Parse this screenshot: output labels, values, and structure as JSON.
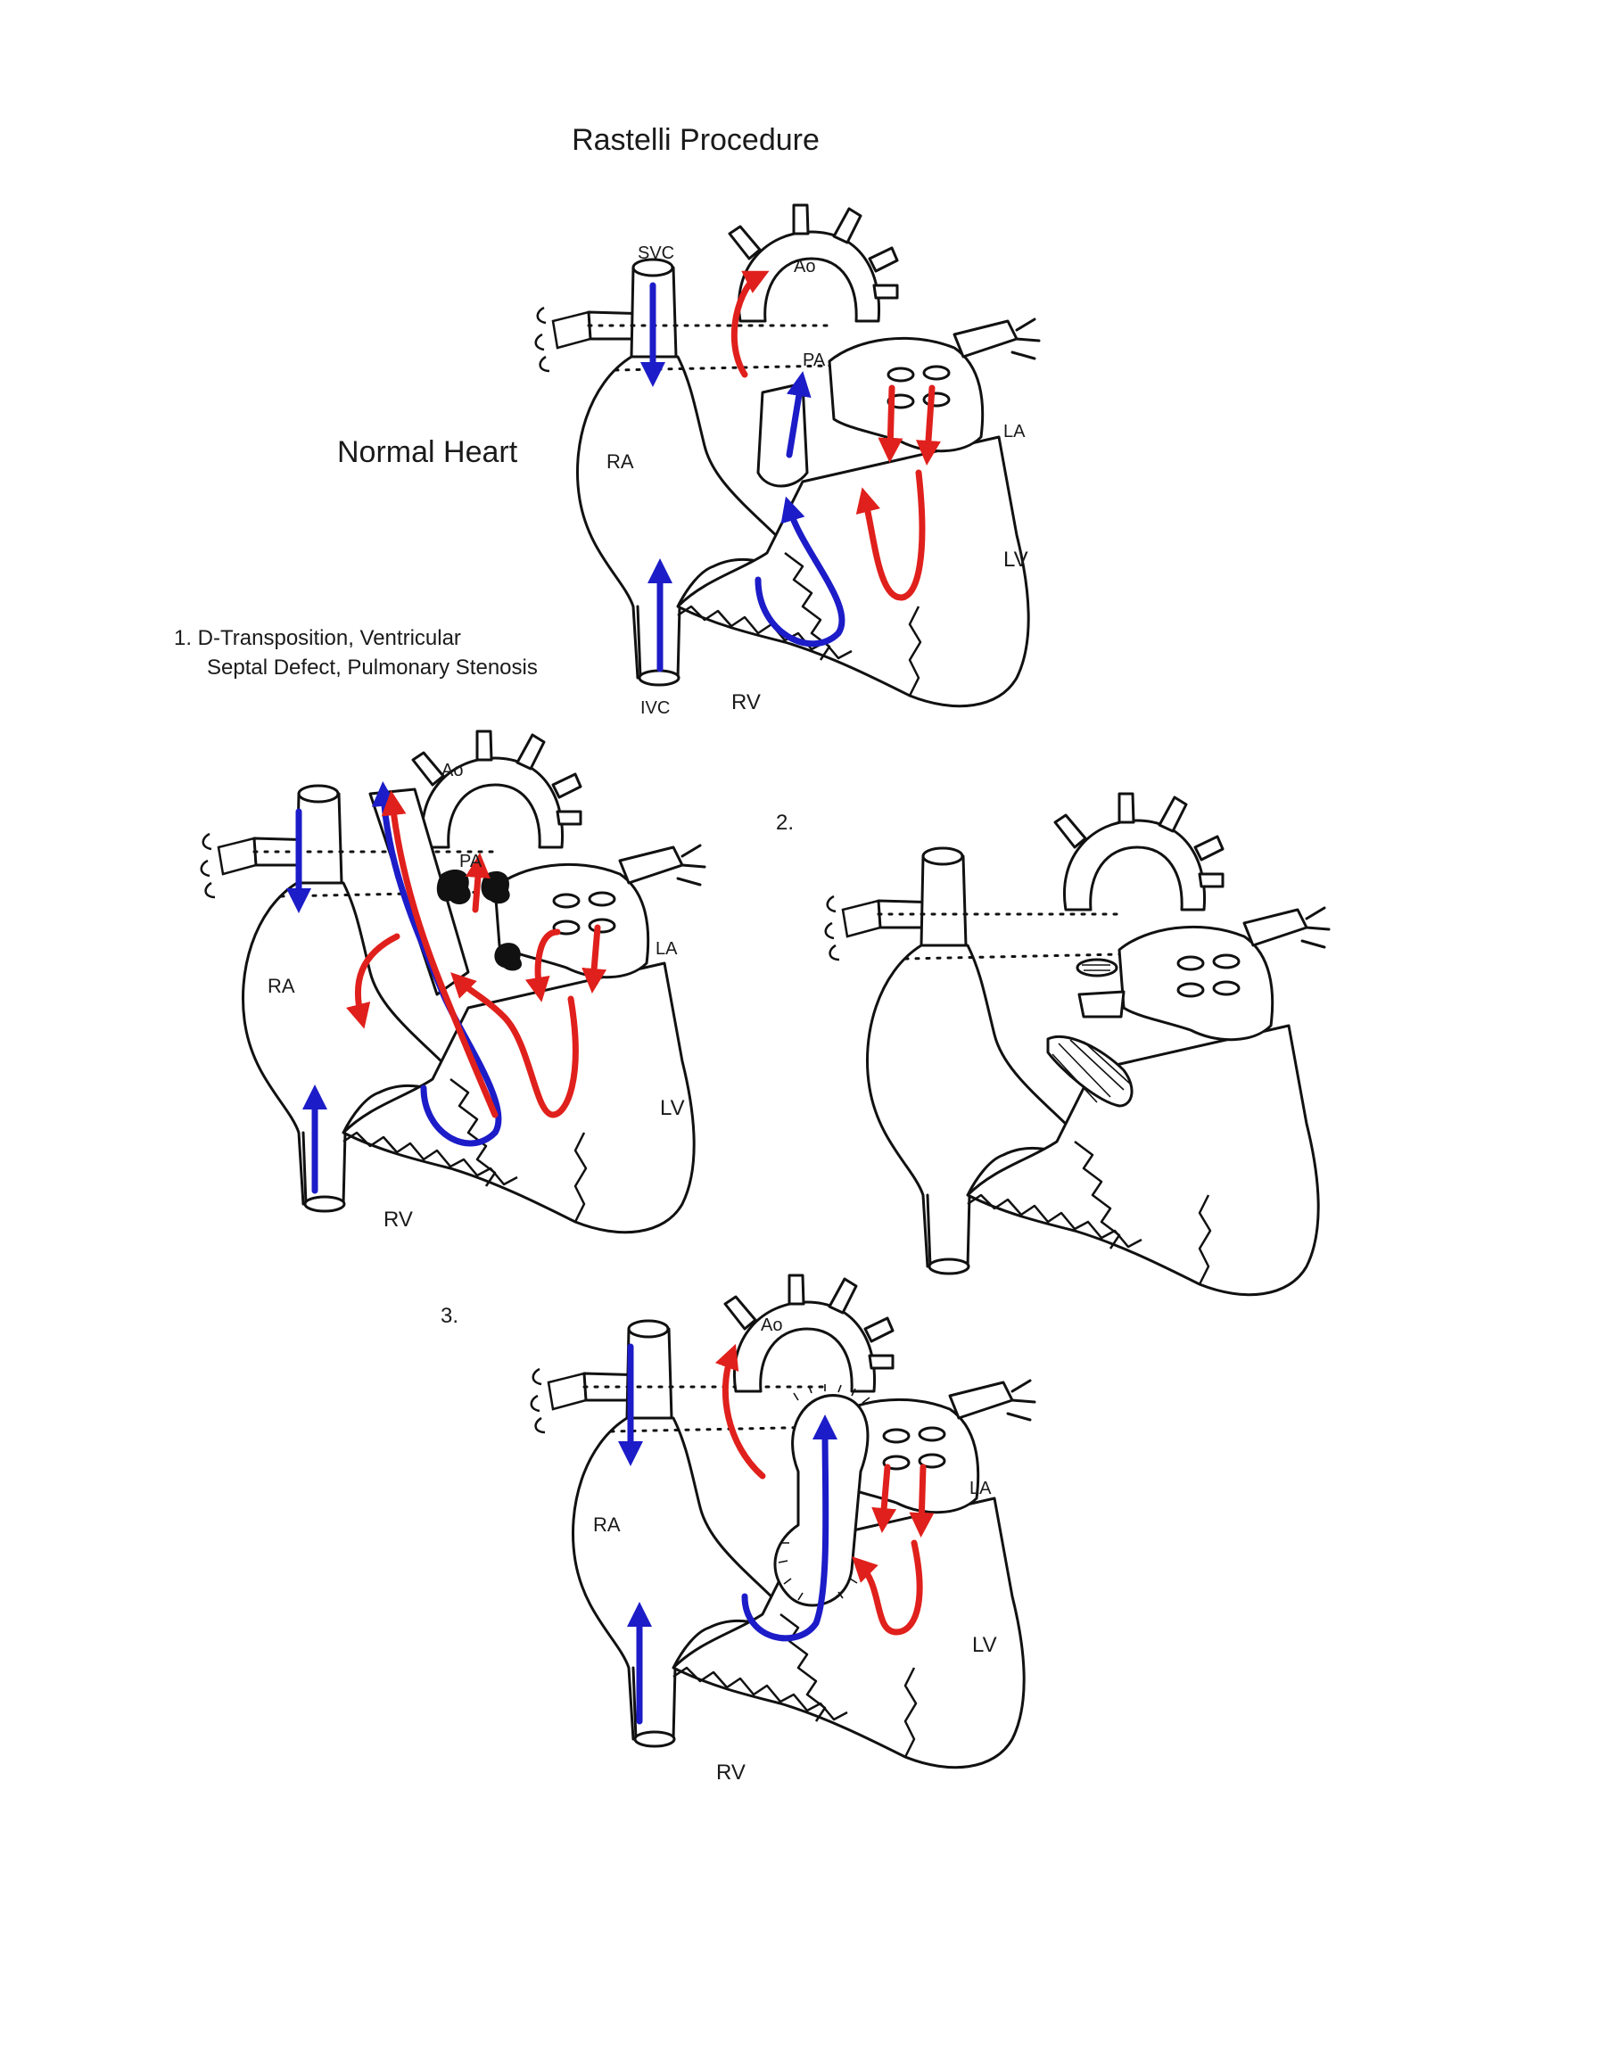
{
  "title": "Rastelli Procedure",
  "colors": {
    "deoxygenated": "#1c1cc8",
    "oxygenated": "#e0201c",
    "outline": "#111111"
  },
  "panels": {
    "normal": {
      "caption": "Normal Heart",
      "labels": {
        "svc": "SVC",
        "ao": "Ao",
        "pa": "PA",
        "la": "LA",
        "ra": "RA",
        "lv": "LV",
        "ivc": "IVC",
        "rv": "RV"
      }
    },
    "step1": {
      "caption_line1": "1. D-Transposition, Ventricular",
      "caption_line2": "Septal Defect, Pulmonary Stenosis",
      "labels": {
        "ao": "Ao",
        "pa": "PA",
        "la": "LA",
        "ra": "RA",
        "lv": "LV",
        "rv": "RV"
      }
    },
    "step2": {
      "caption": "2."
    },
    "step3": {
      "caption": "3.",
      "labels": {
        "ao": "Ao",
        "la": "LA",
        "ra": "RA",
        "lv": "LV",
        "rv": "RV"
      }
    }
  }
}
